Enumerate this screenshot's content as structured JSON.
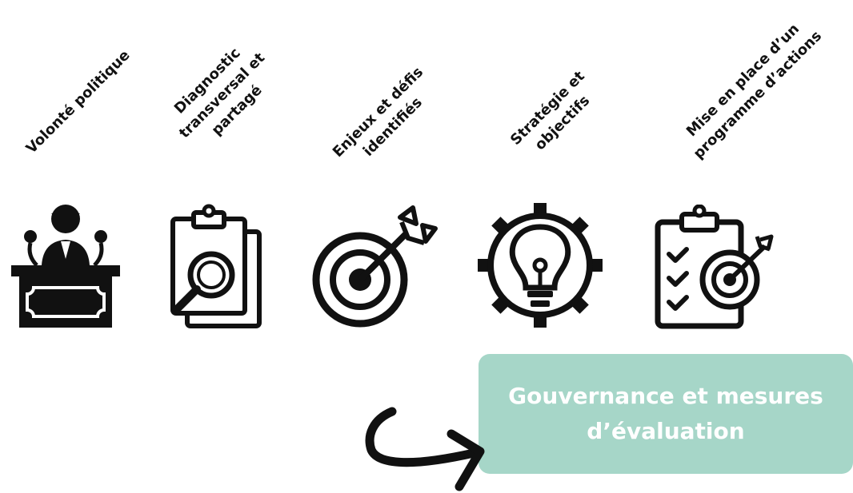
{
  "steps": [
    {
      "lines": [
        "Volonté politique"
      ],
      "icon": "politician-podium-icon"
    },
    {
      "lines": [
        "Diagnostic",
        "transversal et",
        "partagé"
      ],
      "icon": "clipboard-magnifier-icon"
    },
    {
      "lines": [
        "Enjeux et défis",
        "identifiés"
      ],
      "icon": "target-arrow-icon"
    },
    {
      "lines": [
        "Stratégie et",
        "objectifs"
      ],
      "icon": "gear-lightbulb-icon"
    },
    {
      "lines": [
        "Mise en place d’un",
        "programme d’actions"
      ],
      "icon": "checklist-target-icon"
    }
  ],
  "governance": {
    "lines": [
      "Gouvernance et mesures",
      "d’évaluation"
    ],
    "color": "#a6d6c8"
  },
  "arrow_icon": "curved-arrow-icon"
}
